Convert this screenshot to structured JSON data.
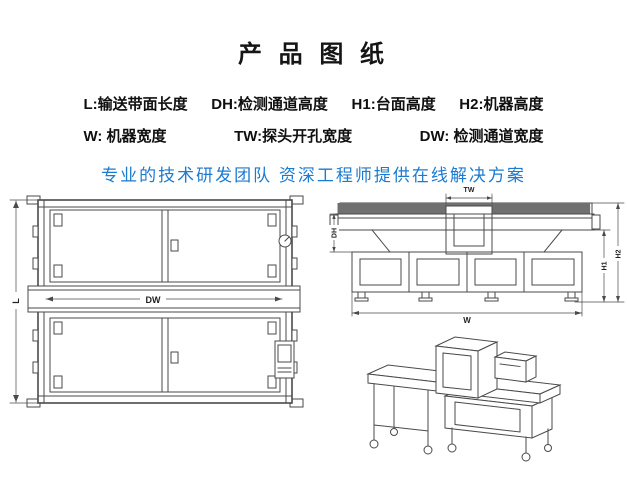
{
  "header": {
    "title": "产 品 图 纸",
    "legend_row1": [
      "L:输送带面长度",
      "DH:检测通道高度",
      "H1:台面高度",
      "H2:机器高度"
    ],
    "legend_row2": [
      "W: 机器宽度",
      "TW:探头开孔宽度",
      "DW: 检测通道宽度"
    ],
    "slogan": "专业的技术研发团队  资深工程师提供在线解决方案"
  },
  "drawings": {
    "top_view": {
      "labels": {
        "length": "L",
        "channel_width": "DW"
      }
    },
    "front_view": {
      "labels": {
        "probe_opening_width": "TW",
        "channel_height": "DH",
        "table_height": "H1",
        "machine_height": "H2",
        "machine_width": "W"
      }
    }
  },
  "style": {
    "accent_blue": "#1b7ad2",
    "line_color": "#4a4a4a",
    "title_color": "#151515"
  }
}
